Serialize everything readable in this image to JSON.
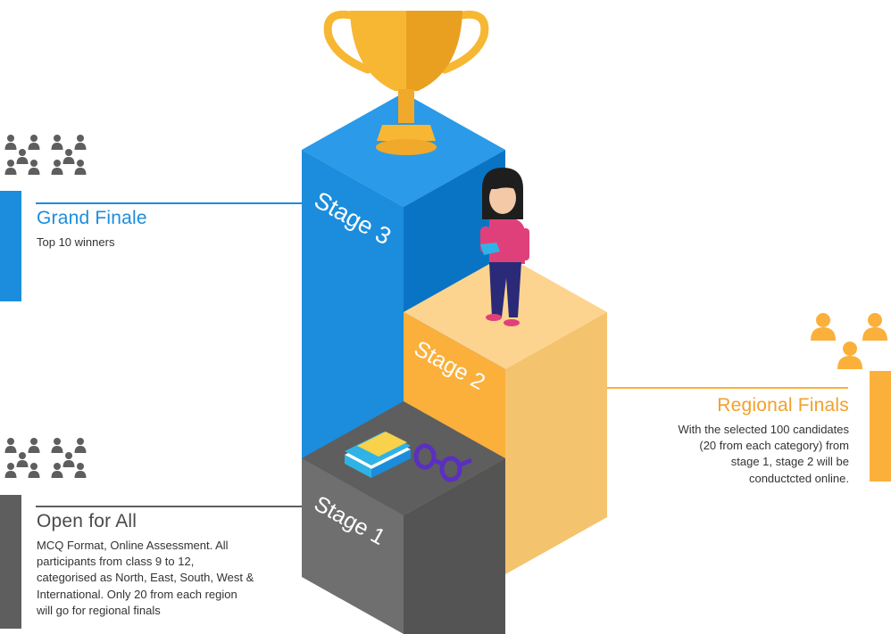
{
  "stages": [
    {
      "label": "Stage 1",
      "title": "Open for All",
      "description": [
        "MCQ Format, Online Assessment. All",
        "participants from class 9 to 12,",
        "categorised as North, East, South, West &",
        "International. Only 20 from each region",
        "will go for regional finals"
      ],
      "color": "#5e5e5e"
    },
    {
      "label": "Stage 2",
      "title": "Regional Finals",
      "description": [
        "With the selected 100 candidates",
        "(20 from each category) from",
        "stage 1, stage 2 will be",
        "conductcted online."
      ],
      "color": "#fbb03b"
    },
    {
      "label": "Stage 3",
      "title": "Grand Finale",
      "description": [
        "Top 10 winners"
      ],
      "color": "#1c8ddc"
    }
  ],
  "colors": {
    "blue": "#1c8ddc",
    "gray": "#5e5e5e",
    "orange": "#fbb03b",
    "text": "#333333",
    "trophy": "#f7b733"
  },
  "icons": [
    "people-group-icon",
    "trophy-icon",
    "book-icon",
    "glasses-icon",
    "person-illustration"
  ]
}
